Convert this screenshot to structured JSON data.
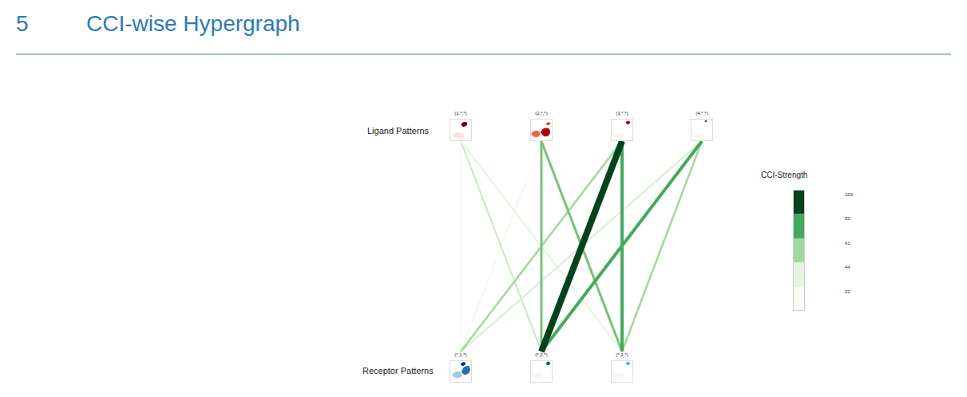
{
  "diagram": {
    "title": "CCI-wise Hypergraph",
    "nodes": [
      {
        "text": [
          "(1,*,*)"
        ]
      },
      {
        "text": [
          "(2,*,*)"
        ]
      },
      {
        "text": [
          "(3,*,*)"
        ]
      },
      {
        "text": [
          "(4,*,*)"
        ]
      },
      {
        "text": [
          "(*,1,*)"
        ]
      },
      {
        "text": [
          "(*,2,*)"
        ]
      },
      {
        "text": [
          "(*,3,*)"
        ]
      }
    ],
    "edges": [
      {
        "from": 0,
        "to": 4,
        "arrow": "none"
      },
      {
        "from": 0,
        "to": 5,
        "arrow": "none"
      },
      {
        "from": 0,
        "to": 6,
        "arrow": "none"
      },
      {
        "from": 1,
        "to": 4,
        "arrow": "none"
      },
      {
        "from": 1,
        "to": 5,
        "arrow": "none"
      },
      {
        "from": 1,
        "to": 6,
        "arrow": "none"
      },
      {
        "from": 2,
        "to": 4,
        "arrow": "none"
      },
      {
        "from": 2,
        "to": 5,
        "arrow": "none"
      },
      {
        "from": 2,
        "to": 6,
        "arrow": "none"
      },
      {
        "from": 3,
        "to": 4,
        "arrow": "none"
      },
      {
        "from": 3,
        "to": 5,
        "arrow": "none"
      },
      {
        "from": 3,
        "to": 6,
        "arrow": "none"
      }
    ],
    "labels": [
      "5",
      "Ligand Patterns",
      "Receptor Patterns",
      "CCI-Strength"
    ],
    "legend": [
      {
        "text": "169",
        "color": "#00441b"
      },
      {
        "text": "83",
        "color": "#41ab5d"
      },
      {
        "text": "61",
        "color": "#a1d99b"
      },
      {
        "text": "44",
        "color": "#e5f5e0"
      },
      {
        "text": "22",
        "color": "#f7fcf5"
      }
    ]
  }
}
